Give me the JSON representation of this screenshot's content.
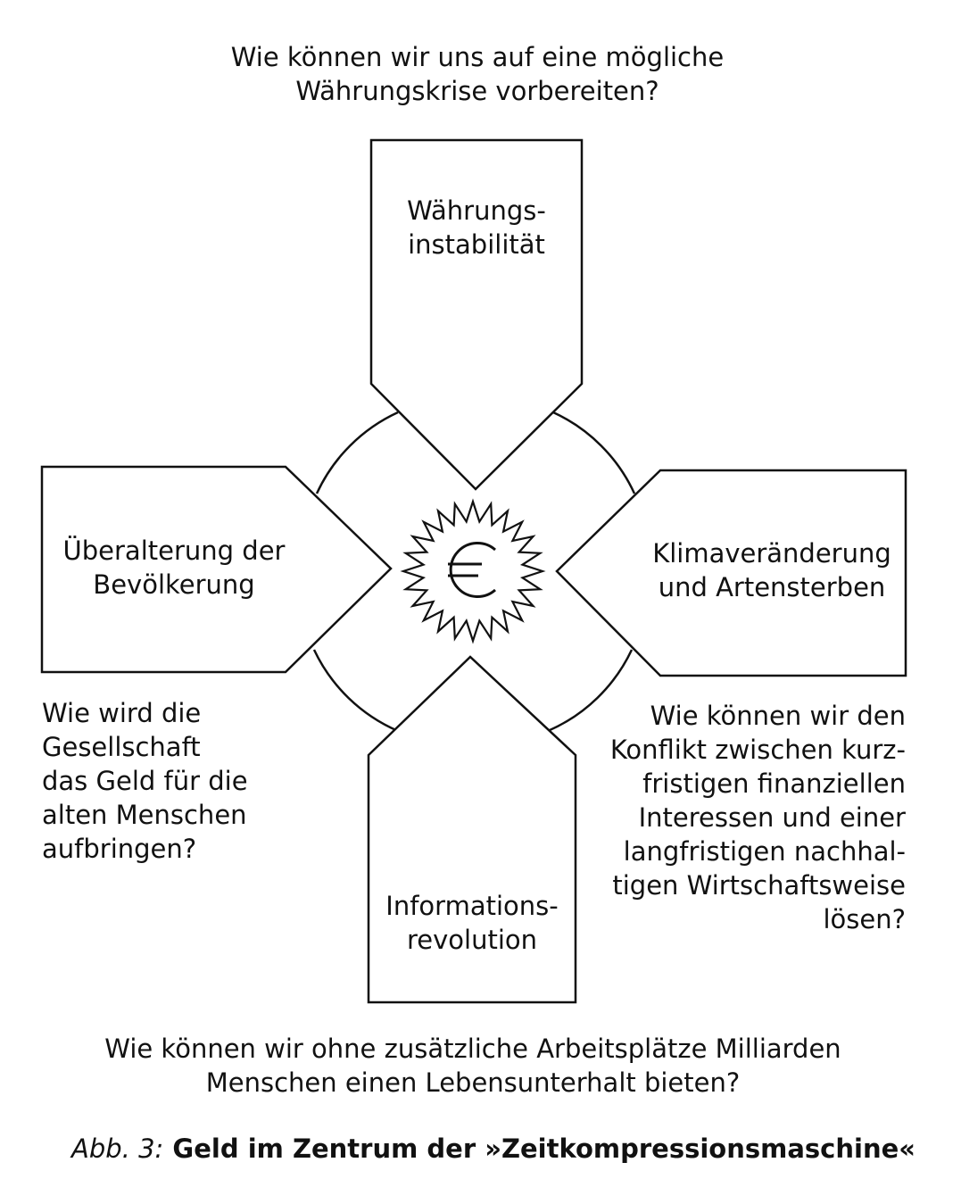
{
  "questions": {
    "top": [
      "Wie können wir uns auf eine mögliche",
      "Währungskrise vorbereiten?"
    ],
    "left": [
      "Wie wird die",
      "Gesellschaft",
      "das Geld für die",
      "alten Menschen",
      "aufbringen?"
    ],
    "right": [
      "Wie können wir den",
      "Konflikt zwischen kurz-",
      "fristigen finanziellen",
      "Interessen und einer",
      "langfristigen nachhal-",
      "tigen Wirtschaftsweise",
      "lösen?"
    ],
    "bottom": [
      "Wie können wir ohne zusätzliche Arbeitsplätze Milliarden",
      "Menschen einen Lebensunterhalt bieten?"
    ]
  },
  "arrows": {
    "top": [
      "Währungs-",
      "instabilität"
    ],
    "left": [
      "Überalterung der",
      "Bevölkerung"
    ],
    "right": [
      "Klimaveränderung",
      "und Artensterben"
    ],
    "bottom": [
      "Informations-",
      "revolution"
    ]
  },
  "center_symbol": "€",
  "center_icon": "euro-sunburst-icon",
  "caption": {
    "prefix": "Abb. 3:",
    "text": "Geld im Zentrum der »Zeitkompressionsmaschine«"
  }
}
